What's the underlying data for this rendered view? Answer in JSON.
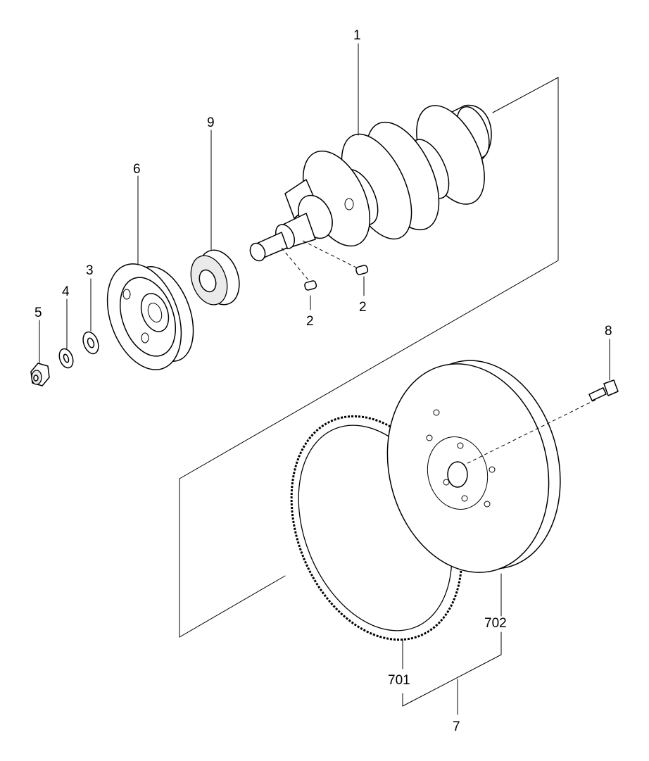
{
  "labels": {
    "p1": "1",
    "p2a": "2",
    "p2b": "2",
    "p3": "3",
    "p4": "4",
    "p5": "5",
    "p6": "6",
    "p7": "7",
    "p8": "8",
    "p9": "9",
    "p701": "701",
    "p702": "702"
  }
}
